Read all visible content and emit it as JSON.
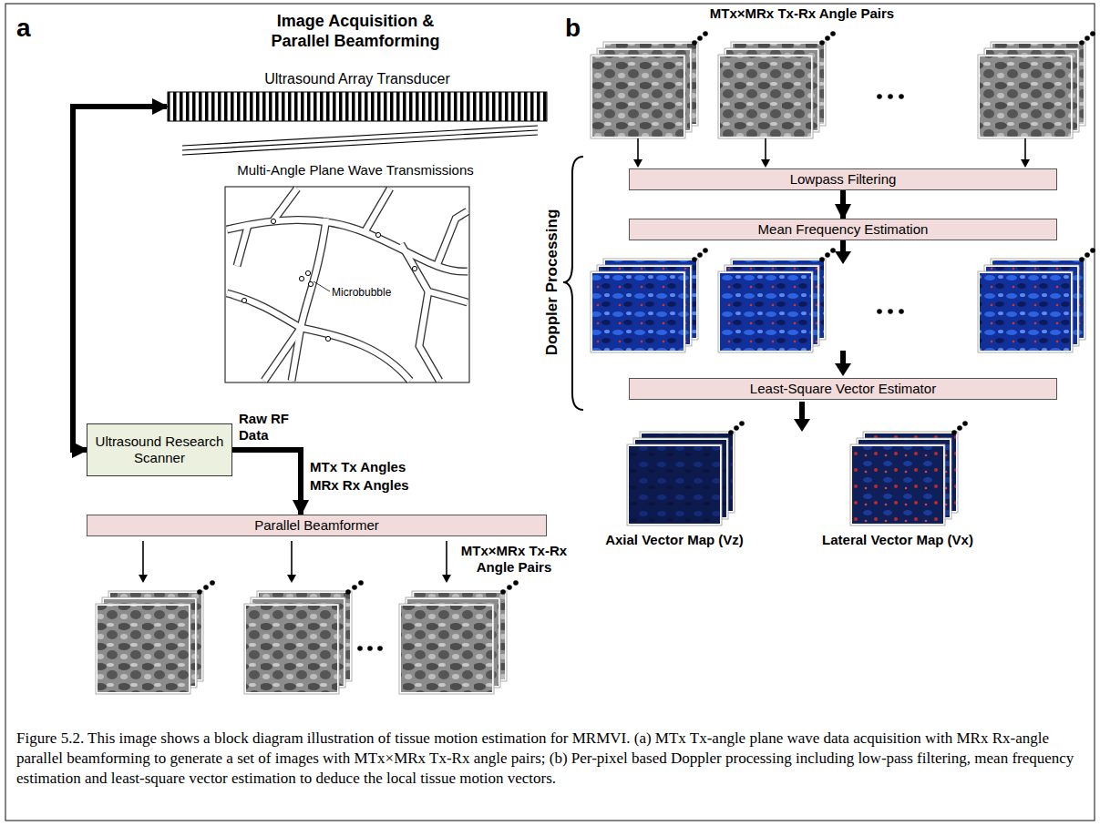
{
  "diagram": {
    "caption": "Figure 5.2. This image shows a block diagram illustration of tissue motion estimation for MRMVI. (a) MTx Tx-angle plane wave data acquisition with MRx Rx-angle parallel beamforming to generate a set of images with MTx×MRx Tx-Rx angle pairs; (b) Per-pixel based Doppler processing including low-pass filtering, mean frequency estimation and least-square vector estimation to deduce the local tissue motion vectors.",
    "nodes": [
      {
        "text": [
          "Ultrasound Array Transducer"
        ]
      },
      {
        "text": [
          "Ultrasound Research Scanner"
        ]
      },
      {
        "text": [
          "Parallel Beamformer"
        ]
      },
      {
        "text": [
          "Lowpass Filtering"
        ]
      },
      {
        "text": [
          "Mean Frequency Estimation"
        ]
      },
      {
        "text": [
          "Least-Square Vector Estimator"
        ]
      }
    ],
    "edges": [
      {
        "from": 1,
        "to": 0,
        "arrow": "both"
      },
      {
        "from": 1,
        "to": 2,
        "arrow": "to"
      },
      {
        "from": 3,
        "to": 4,
        "arrow": "to"
      }
    ],
    "labels": [
      "a",
      "Image Acquisition & Parallel Beamforming",
      "Multi-Angle Plane Wave Transmissions",
      "Microbubble",
      "Raw RF Data",
      "MTx Tx Angles",
      "MRx Rx Angles",
      "MTx×MRx Tx-Rx Angle Pairs",
      "b",
      "MTx×MRx Tx-Rx Angle Pairs",
      "Doppler Processing",
      "Axial Vector Map (Vz)",
      "Lateral Vector Map (Vx)"
    ]
  }
}
